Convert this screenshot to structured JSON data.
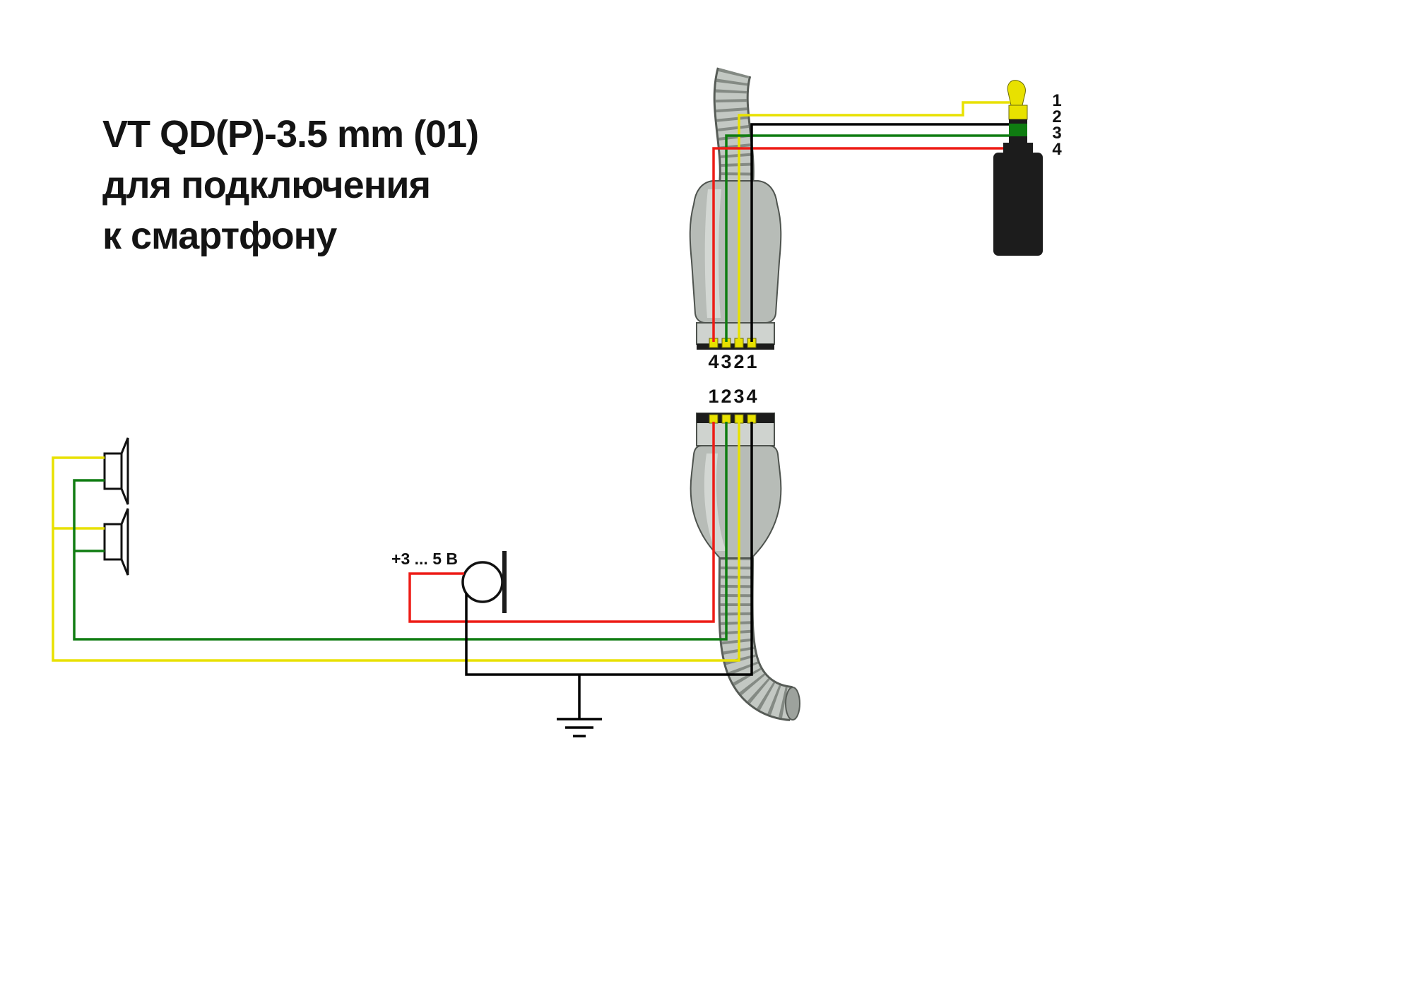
{
  "title": {
    "line1": "VT QD(P)-3.5 mm (01)",
    "line2": "для подключения",
    "line3": "к смартфону"
  },
  "colors": {
    "wire_yellow": "#e8e100",
    "wire_green": "#0f7c11",
    "wire_red": "#ed1c16",
    "wire_black": "#000000"
  },
  "jack": {
    "pins": [
      "1",
      "2",
      "3",
      "4"
    ]
  },
  "qd_connector_top": {
    "pins": [
      "4",
      "3",
      "2",
      "1"
    ]
  },
  "qd_connector_bottom": {
    "pins": [
      "1",
      "2",
      "3",
      "4"
    ]
  },
  "microphone": {
    "voltage_label": "+3 ... 5 В"
  }
}
